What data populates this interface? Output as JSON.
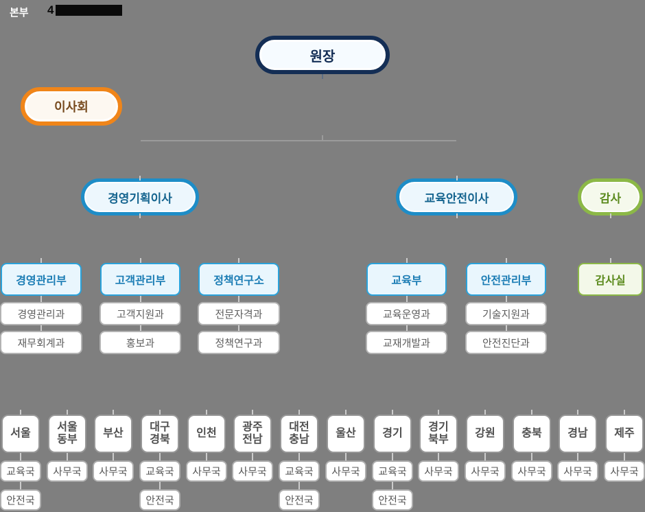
{
  "header": {
    "label": "본부",
    "visible_value": "4",
    "note": "remainder of value covered by black redaction bar"
  },
  "chart": {
    "director": "원장",
    "board": "이사회",
    "executives": [
      {
        "label": "경영기획이사",
        "theme": "blue"
      },
      {
        "label": "교육안전이사",
        "theme": "blue"
      },
      {
        "label": "감사",
        "theme": "green"
      }
    ],
    "departments": [
      {
        "label": "경영관리부",
        "theme": "blue",
        "divisions": [
          "경영관리과",
          "재무회계과"
        ]
      },
      {
        "label": "고객관리부",
        "theme": "blue",
        "divisions": [
          "고객지원과",
          "홍보과"
        ]
      },
      {
        "label": "정책연구소",
        "theme": "blue",
        "divisions": [
          "전문자격과",
          "정책연구과"
        ]
      },
      {
        "label": "교육부",
        "theme": "blue",
        "divisions": [
          "교육운영과",
          "교재개발과"
        ]
      },
      {
        "label": "안전관리부",
        "theme": "blue",
        "divisions": [
          "기술지원과",
          "안전진단과"
        ]
      },
      {
        "label": "감사실",
        "theme": "green",
        "divisions": []
      }
    ],
    "regions": [
      {
        "lines": [
          "서울"
        ],
        "offices": [
          "교육국",
          "안전국"
        ]
      },
      {
        "lines": [
          "서울",
          "동부"
        ],
        "offices": [
          "사무국"
        ]
      },
      {
        "lines": [
          "부산"
        ],
        "offices": [
          "사무국"
        ]
      },
      {
        "lines": [
          "대구",
          "경북"
        ],
        "offices": [
          "교육국",
          "안전국"
        ]
      },
      {
        "lines": [
          "인천"
        ],
        "offices": [
          "사무국"
        ]
      },
      {
        "lines": [
          "광주",
          "전남"
        ],
        "offices": [
          "사무국"
        ]
      },
      {
        "lines": [
          "대전",
          "충남"
        ],
        "offices": [
          "교육국",
          "안전국"
        ]
      },
      {
        "lines": [
          "울산"
        ],
        "offices": [
          "사무국"
        ]
      },
      {
        "lines": [
          "경기"
        ],
        "offices": [
          "교육국",
          "안전국"
        ]
      },
      {
        "lines": [
          "경기",
          "북부"
        ],
        "offices": [
          "사무국"
        ]
      },
      {
        "lines": [
          "강원"
        ],
        "offices": [
          "사무국"
        ]
      },
      {
        "lines": [
          "충북"
        ],
        "offices": [
          "사무국"
        ]
      },
      {
        "lines": [
          "경남"
        ],
        "offices": [
          "사무국"
        ]
      },
      {
        "lines": [
          "제주"
        ],
        "offices": [
          "사무국"
        ]
      }
    ]
  },
  "colors": {
    "background": "#7f7f7f",
    "director_navy": "#142e55",
    "board_orange": "#f08519",
    "executive_blue": "#1e8dc7",
    "audit_green": "#8cb847",
    "department_border_blue": "#2aa2da",
    "department_fill_blue": "#e9f6fd",
    "department_text_blue": "#1a7cb4",
    "white_box_border": "#b3b3b3",
    "connector_gray": "#9b9b9b",
    "redaction_black": "#0a0a0a"
  }
}
